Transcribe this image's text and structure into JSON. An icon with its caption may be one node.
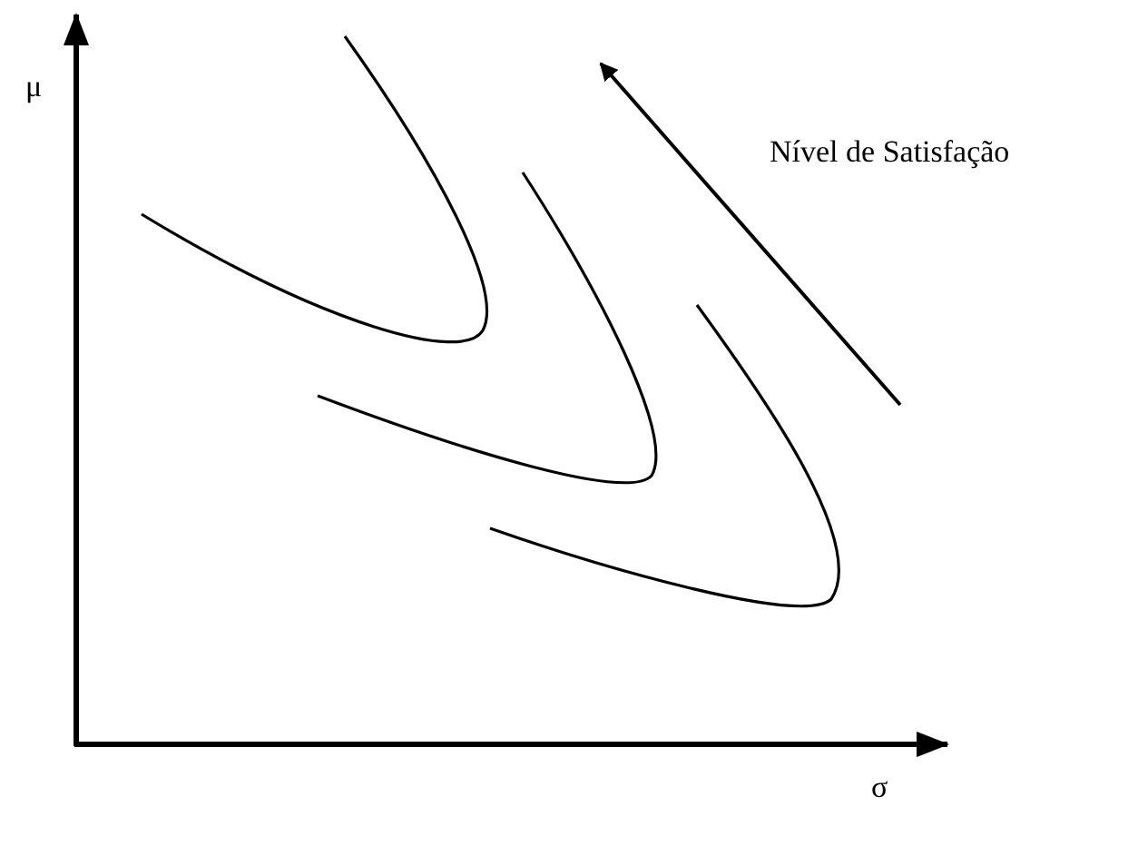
{
  "diagram": {
    "labels": [
      "μ",
      "Nível de Satisfação",
      "σ"
    ]
  }
}
